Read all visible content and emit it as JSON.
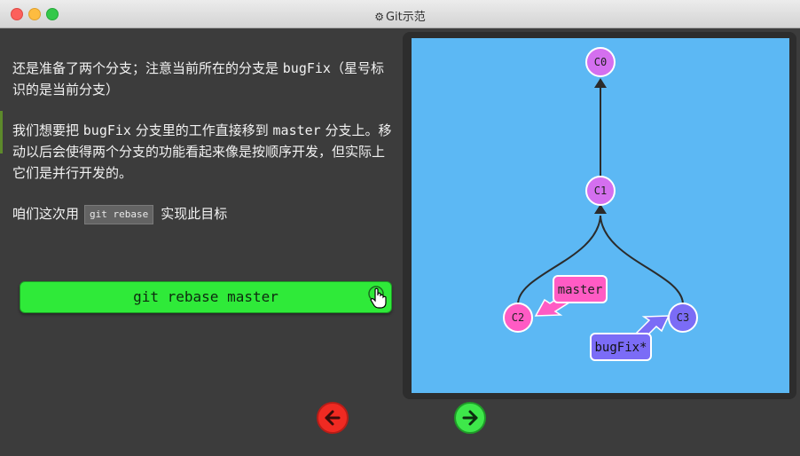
{
  "window": {
    "title": "Git示范",
    "gear_icon": "gear-icon"
  },
  "instructions": {
    "p1_a": "还是准备了两个分支；注意当前所在的分支是 ",
    "p1_branch": "bugFix",
    "p1_b": "（星号标识的是当前分支）",
    "p2_a": "我们想要把 ",
    "p2_branch": "bugFix",
    "p2_b": " 分支里的工作直接移到 ",
    "p2_target": "master",
    "p2_c": " 分支上。移动以后会使得两个分支的功能看起来像是按顺序开发，但实际上它们是并行开发的。",
    "p3_a": "咱们这次用",
    "p3_cmd": "git rebase",
    "p3_b": "实现此目标"
  },
  "command_button": {
    "label": "git rebase master",
    "cursor_icon": "hand-pointer-icon"
  },
  "graph": {
    "background": "#5cb8f4",
    "commit_color": "#d46fef",
    "master_color": "#ff5bc4",
    "bugfix_color": "#7b6cf6",
    "commits": [
      "C0",
      "C1",
      "C2",
      "C3"
    ],
    "branches": {
      "master": "master",
      "bugfix": "bugFix*"
    }
  },
  "nav": {
    "back_icon": "arrow-left-icon",
    "forward_icon": "arrow-right-icon",
    "back_color": "#f02a22",
    "forward_color": "#3ee84a"
  }
}
